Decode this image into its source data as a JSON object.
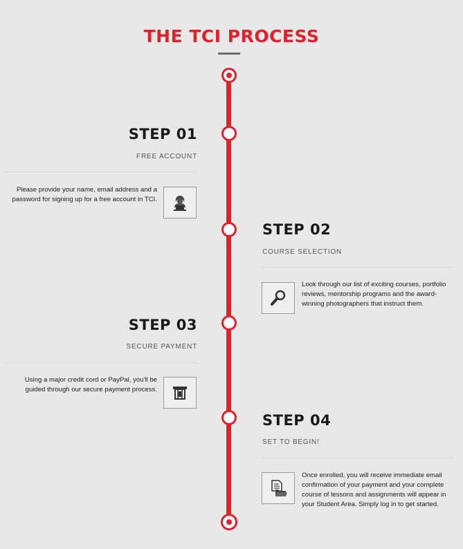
{
  "header": {
    "title": "THE TCI PROCESS"
  },
  "steps": [
    {
      "title": "STEP 01",
      "subtitle": "FREE ACCOUNT",
      "description": "Please provide your name, email address and a password for signing up for a free account in TCI.",
      "icon": "user-at-laptop-icon"
    },
    {
      "title": "STEP 02",
      "subtitle": "COURSE SELECTION",
      "description": "Look through our list of exciting courses, portfolio reviews, mentorship programs and the award-winning photographers that instruct them.",
      "icon": "magnifier-icon"
    },
    {
      "title": "STEP 03",
      "subtitle": "SECURE PAYMENT",
      "description": "Using a major credit cord or PayPal, you'll be guided through our secure payment process.",
      "icon": "card-terminal-icon"
    },
    {
      "title": "STEP 04",
      "subtitle": "SET TO BEGIN!",
      "description": "Once enrolled, you will receive immediate email confirmation of your payment  and your complete course of lessons and assignments will appear in your Student Area.  Simply log in to get started.",
      "icon": "document-folder-icon"
    }
  ],
  "colors": {
    "accent": "#e0202a",
    "background": "#e8e8e8",
    "text": "#1a1a1a"
  }
}
